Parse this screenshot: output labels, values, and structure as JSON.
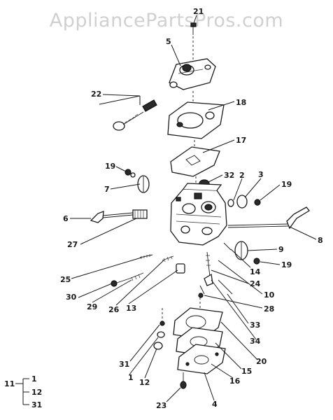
{
  "watermark": "AppliancePartsPros.com",
  "callouts": {
    "c21": "21",
    "c5": "5",
    "c22": "22",
    "c18": "18",
    "c17": "17",
    "c19a": "19",
    "c32": "32",
    "c2": "2",
    "c3": "3",
    "c19b": "19",
    "c7": "7",
    "c6": "6",
    "c8": "8",
    "c27": "27",
    "c9": "9",
    "c19c": "19",
    "c25": "25",
    "c14": "14",
    "c24": "24",
    "c30": "30",
    "c10": "10",
    "c29": "29",
    "c26": "26",
    "c13": "13",
    "c28": "28",
    "c33": "33",
    "c34": "34",
    "c20": "20",
    "c31": "31",
    "c1": "1",
    "c12": "12",
    "c15": "15",
    "c16": "16",
    "c23": "23",
    "c4": "4"
  },
  "kit_legend": {
    "parent": "11",
    "items": [
      "1",
      "12",
      "31"
    ]
  }
}
